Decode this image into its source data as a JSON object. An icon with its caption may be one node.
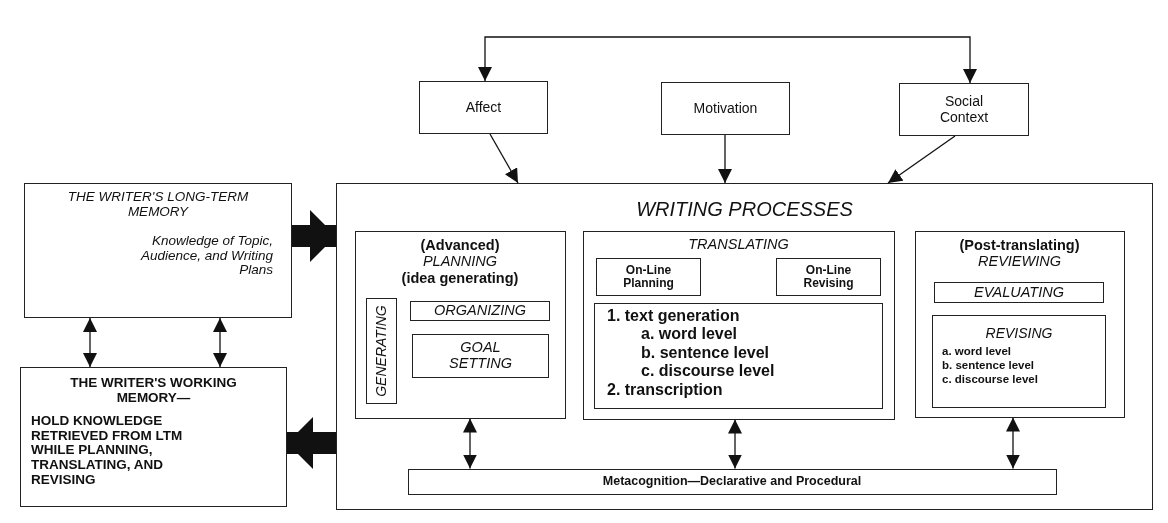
{
  "diagram": {
    "nodes": [
      {
        "text": [
          "Affect"
        ]
      },
      {
        "text": [
          "Motivation"
        ]
      },
      {
        "text": [
          "Social Context"
        ]
      },
      {
        "text": [
          "THE WRITER'S LONG-TERM MEMORY",
          "Knowledge of Topic, Audience, and Writing Plans"
        ]
      },
      {
        "text": [
          "THE WRITER'S WORKING MEMORY—",
          "HOLD KNOWLEDGE RETRIEVED FROM LTM WHILE PLANNING, TRANSLATING, AND REVISING"
        ]
      },
      {
        "text": [
          "WRITING PROCESSES"
        ]
      },
      {
        "text": [
          "(Advanced)",
          "PLANNING",
          "(idea generating)"
        ],
        "in": 5
      },
      {
        "text": [
          "GENERATING"
        ],
        "in": 6
      },
      {
        "text": [
          "ORGANIZING"
        ],
        "in": 6
      },
      {
        "text": [
          "GOAL SETTING"
        ],
        "in": 6
      },
      {
        "text": [
          "TRANSLATING"
        ],
        "in": 5
      },
      {
        "text": [
          "On-Line Planning"
        ],
        "in": 10
      },
      {
        "text": [
          "On-Line Revising"
        ],
        "in": 10
      },
      {
        "text": [
          "1. text generation",
          "a. word level",
          "b. sentence level",
          "c. discourse level",
          "2. transcription"
        ],
        "in": 10
      },
      {
        "text": [
          "(Post-translating)",
          "REVIEWING"
        ],
        "in": 5
      },
      {
        "text": [
          "EVALUATING"
        ],
        "in": 14
      },
      {
        "text": [
          "REVISING",
          "a. word level",
          "b. sentence level",
          "c. discourse level"
        ],
        "in": 14
      },
      {
        "text": [
          "Metacognition—Declarative and Procedural"
        ],
        "in": 5
      }
    ],
    "edges": [
      {
        "from": 0,
        "to": 2,
        "arrow": "both"
      },
      {
        "from": 0,
        "to": 5,
        "arrow": "to"
      },
      {
        "from": 1,
        "to": 5,
        "arrow": "to"
      },
      {
        "from": 2,
        "to": 5,
        "arrow": "to"
      },
      {
        "from": 3,
        "to": 5,
        "arrow": "to",
        "style": "thick"
      },
      {
        "from": 5,
        "to": 4,
        "arrow": "to",
        "style": "thick"
      },
      {
        "from": 3,
        "to": 4,
        "arrow": "both"
      },
      {
        "from": 3,
        "to": 4,
        "arrow": "both"
      },
      {
        "from": 6,
        "to": 17,
        "arrow": "both"
      },
      {
        "from": 10,
        "to": 17,
        "arrow": "both"
      },
      {
        "from": 14,
        "to": 17,
        "arrow": "both"
      }
    ]
  }
}
